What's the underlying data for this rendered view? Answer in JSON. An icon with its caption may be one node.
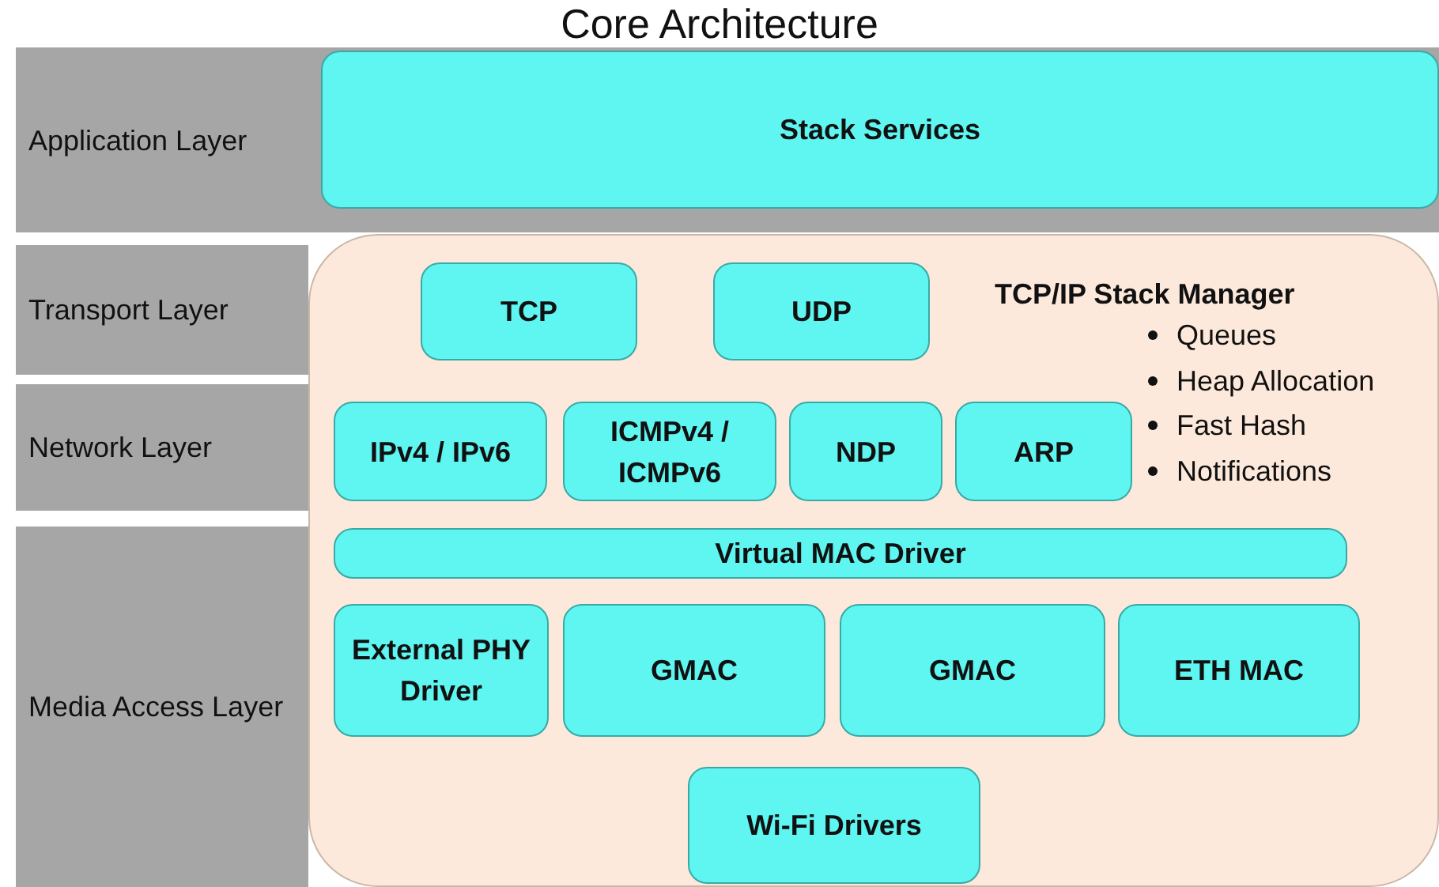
{
  "diagram": {
    "title": "Core Architecture",
    "nodes": [
      {
        "text": [
          "Application Layer"
        ]
      },
      {
        "text": [
          "Stack Services"
        ],
        "in": 0
      },
      {
        "text": [
          "Transport Layer"
        ]
      },
      {
        "text": [
          "Network Layer"
        ]
      },
      {
        "text": [
          "Media Access Layer"
        ]
      },
      {
        "text": [
          "TCP/IP Stack Manager",
          "Queues",
          "Heap Allocation",
          "Fast Hash",
          "Notifications"
        ]
      },
      {
        "text": [
          "TCP"
        ],
        "in": 5
      },
      {
        "text": [
          "UDP"
        ],
        "in": 5
      },
      {
        "text": [
          "IPv4 / IPv6"
        ],
        "in": 5
      },
      {
        "text": [
          "ICMPv4 / ICMPv6"
        ],
        "in": 5
      },
      {
        "text": [
          "NDP"
        ],
        "in": 5
      },
      {
        "text": [
          "ARP"
        ],
        "in": 5
      },
      {
        "text": [
          "Virtual MAC Driver"
        ],
        "in": 5
      },
      {
        "text": [
          "External PHY Driver"
        ],
        "in": 5
      },
      {
        "text": [
          "GMAC"
        ],
        "in": 5
      },
      {
        "text": [
          "GMAC"
        ],
        "in": 5
      },
      {
        "text": [
          "ETH MAC"
        ],
        "in": 5
      },
      {
        "text": [
          "Wi-Fi Drivers"
        ],
        "in": 5
      }
    ]
  }
}
